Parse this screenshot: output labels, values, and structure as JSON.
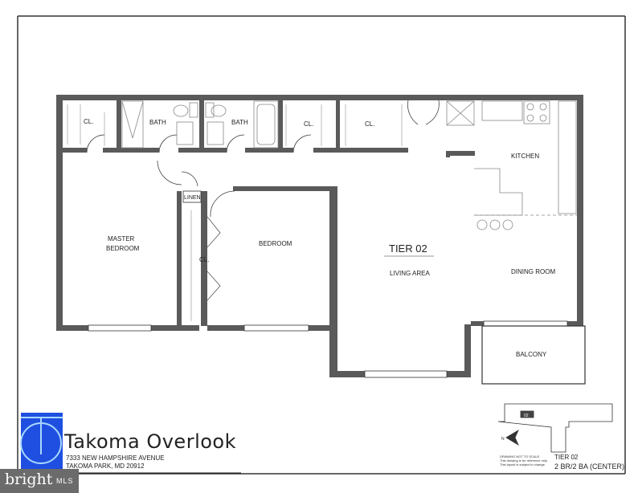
{
  "rooms": {
    "cl1": "CL.",
    "bath1": "BATH",
    "bath2": "BATH",
    "cl2": "CL.",
    "cl3": "CL.",
    "kitchen": "KITCHEN",
    "linen": "LINEN",
    "master_line1": "MASTER",
    "master_line2": "BEDROOM",
    "bedroom": "BEDROOM",
    "cl4": "CL.",
    "tier": "TIER 02",
    "living": "LIVING AREA",
    "dining": "DINING ROOM",
    "balcony": "BALCONY"
  },
  "brand": {
    "name": "Takoma Overlook",
    "address1": "7333 NEW HAMPSHIRE AVENUE",
    "address2": "TAKOMA PARK, MD 20912",
    "logo_color": "#1f4fe0"
  },
  "keyplan": {
    "unit_tag": "02",
    "north": "N",
    "note1": "DRAWING NOT TO SCALE",
    "note2": "This drawing is for reference only.",
    "note3": "This layout is subject to change.",
    "tier": "TIER 02",
    "type": "2 BR/2 BA (CENTER)"
  },
  "watermark": {
    "brand": "bright",
    "suffix": "MLS"
  }
}
